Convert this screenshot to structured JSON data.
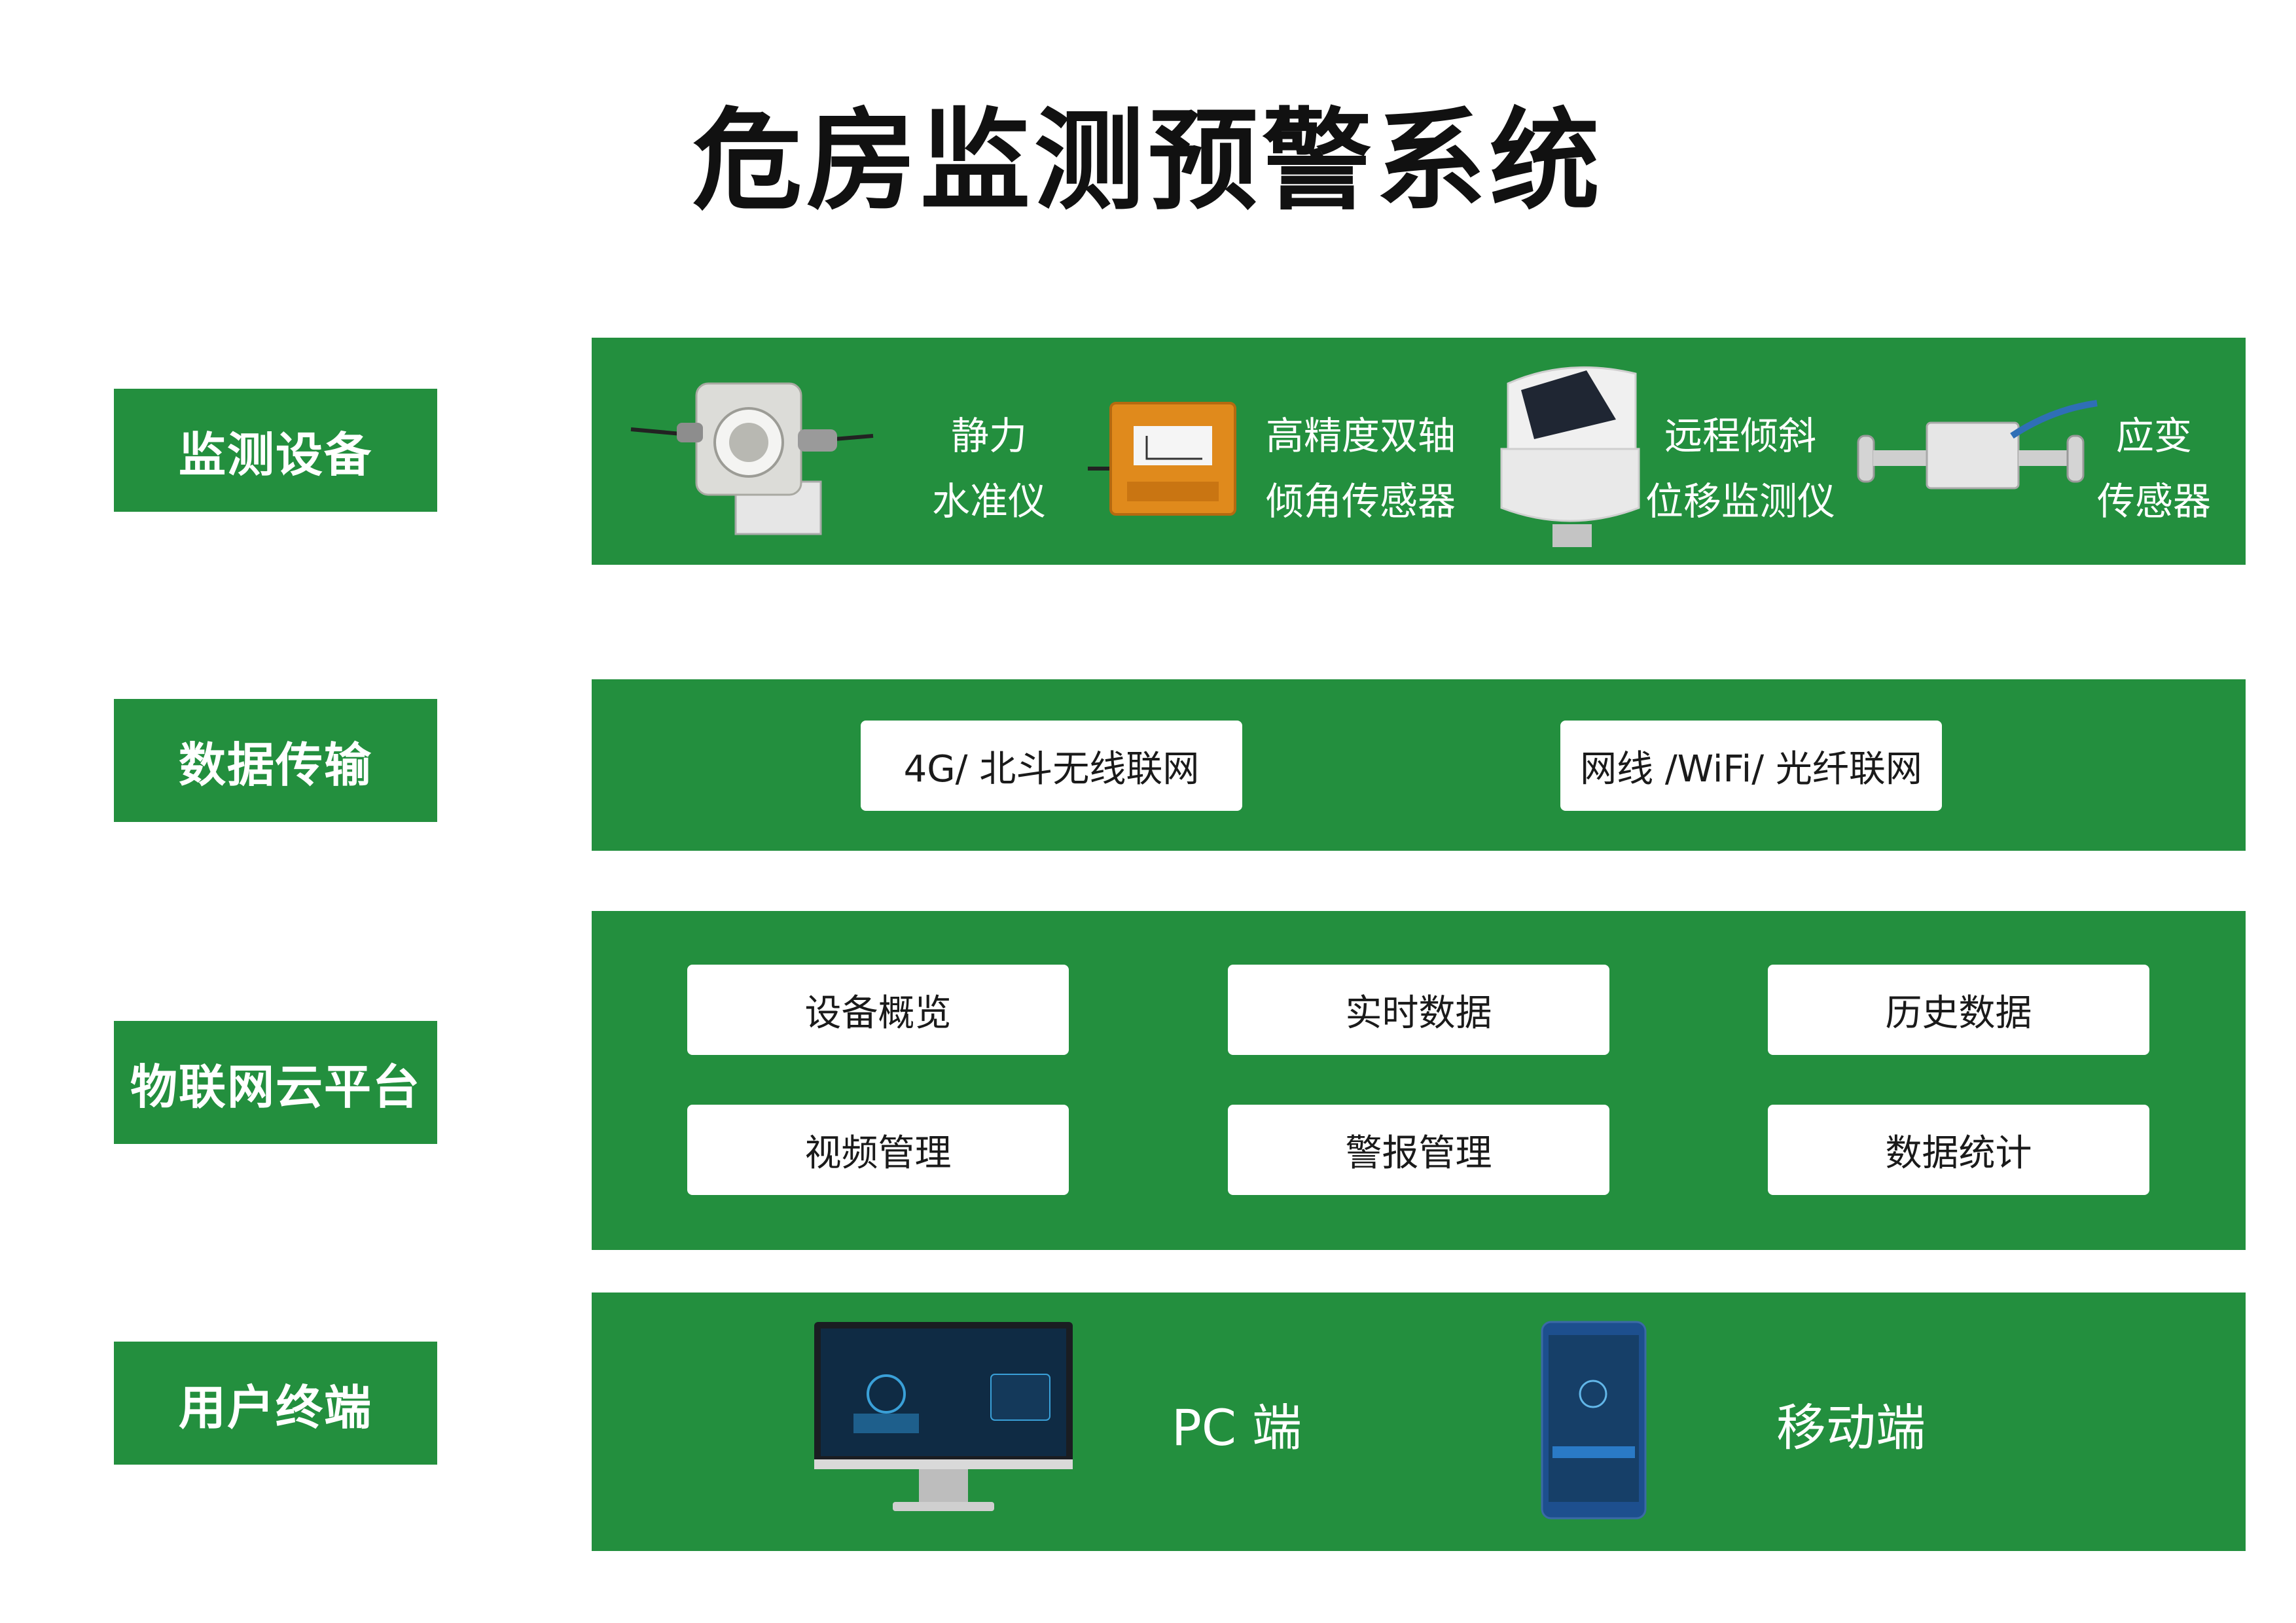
{
  "title": "危房监测预警系统",
  "colors": {
    "accent": "#238f3e",
    "chip_bg": "#ffffff",
    "title": "#111111"
  },
  "layers": [
    {
      "label": "监测设备",
      "devices": [
        {
          "line1": "静力",
          "line2": "水准仪",
          "icon": "static-level-gauge-icon"
        },
        {
          "line1": "高精度双轴",
          "line2": "倾角传感器",
          "icon": "tilt-sensor-icon"
        },
        {
          "line1": "远程倾斜",
          "line2": "位移监测仪",
          "icon": "displacement-monitor-icon"
        },
        {
          "line1": "应变",
          "line2": "传感器",
          "icon": "strain-sensor-icon"
        }
      ]
    },
    {
      "label": "数据传输",
      "items": [
        "4G/ 北斗无线联网",
        "网线 /WiFi/ 光纤联网"
      ]
    },
    {
      "label": "物联网云平台",
      "items": [
        "设备概览",
        "实时数据",
        "历史数据",
        "视频管理",
        "警报管理",
        "数据统计"
      ]
    },
    {
      "label": "用户终端",
      "terminals": [
        {
          "label": "PC 端",
          "icon": "desktop-monitor-icon"
        },
        {
          "label": "移动端",
          "icon": "mobile-phone-icon"
        }
      ]
    }
  ]
}
